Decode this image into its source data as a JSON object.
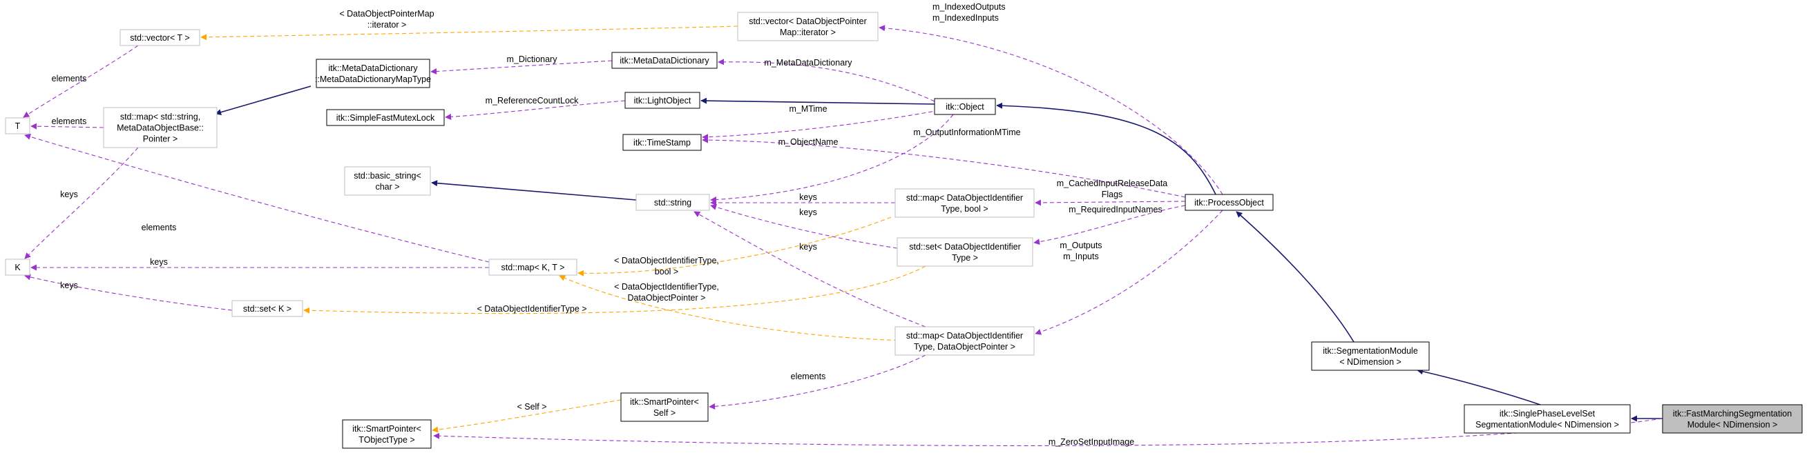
{
  "colors": {
    "inherit": "#191970",
    "usage": "#9a32cd",
    "template": "#ffa500",
    "doc_border": "#000000",
    "ext_border": "#bfbfbf",
    "focus_fill": "#bfbfbf"
  },
  "nodes": {
    "fast_marching": [
      "itk::FastMarchingSegmentation",
      "Module< NDimension >"
    ],
    "single_phase": [
      "itk::SinglePhaseLevelSet",
      "SegmentationModule< NDimension >"
    ],
    "segmentation_module": [
      "itk::SegmentationModule",
      "< NDimension >"
    ],
    "process_object": [
      "itk::ProcessObject"
    ],
    "object": [
      "itk::Object"
    ],
    "light_object": [
      "itk::LightObject"
    ],
    "meta_data_dictionary": [
      "itk::MetaDataDictionary"
    ],
    "meta_data_dict_map_type": [
      "itk::MetaDataDictionary",
      "::MetaDataDictionaryMapType"
    ],
    "simple_fast_mutex_lock": [
      "itk::SimpleFastMutexLock"
    ],
    "time_stamp": [
      "itk::TimeStamp"
    ],
    "smart_pointer_tobject": [
      "itk::SmartPointer<",
      "TObjectType >"
    ],
    "smart_pointer_self": [
      "itk::SmartPointer<",
      "Self >"
    ],
    "std_vector_t": [
      "std::vector< T >"
    ],
    "std_vector_dop_iter": [
      "std::vector< DataObjectPointer",
      "Map::iterator >"
    ],
    "t": [
      "T"
    ],
    "k": [
      "K"
    ],
    "std_map_string_metadata": [
      "std::map< std::string,",
      "MetaDataObjectBase::",
      "Pointer >"
    ],
    "std_basic_string": [
      "std::basic_string<",
      "char >"
    ],
    "std_string": [
      "std::string"
    ],
    "std_map_kt": [
      "std::map< K, T >"
    ],
    "std_set_k": [
      "std::set< K >"
    ],
    "std_map_doi_bool": [
      "std::map< DataObjectIdentifier",
      "Type, bool >"
    ],
    "std_set_doi": [
      "std::set< DataObjectIdentifier",
      "Type >"
    ],
    "std_map_doi_dop": [
      "std::map< DataObjectIdentifier",
      "Type, DataObjectPointer >"
    ]
  },
  "edge_labels": {
    "dop_map_iterator": [
      "< DataObjectPointerMap",
      "::iterator >"
    ],
    "indexed": [
      "m_IndexedOutputs",
      "m_IndexedInputs"
    ],
    "elements_vec": [
      "elements"
    ],
    "m_dictionary": [
      "m_Dictionary"
    ],
    "m_meta_data_dictionary": [
      "m_MetaDataDictionary"
    ],
    "elements_map": [
      "elements"
    ],
    "m_reference_count_lock": [
      "m_ReferenceCountLock"
    ],
    "m_mtime": [
      "m_MTime"
    ],
    "m_object_name": [
      "m_ObjectName"
    ],
    "m_output_information_mtime": [
      "m_OutputInformationMTime"
    ],
    "keys_t": [
      "keys"
    ],
    "m_cached": [
      "m_CachedInputReleaseData",
      "Flags"
    ],
    "keys_string1": [
      "keys"
    ],
    "keys_string2": [
      "keys"
    ],
    "m_required_input_names": [
      "m_RequiredInputNames"
    ],
    "elements_t": [
      "elements"
    ],
    "keys_string3": [
      "keys"
    ],
    "keys_k1": [
      "keys"
    ],
    "doi_bool": [
      "< DataObjectIdentifierType,",
      "bool >"
    ],
    "m_outputs_inputs": [
      "m_Outputs",
      "m_Inputs"
    ],
    "doi_dop": [
      "< DataObjectIdentifierType,",
      "DataObjectPointer >"
    ],
    "keys_k2": [
      "keys"
    ],
    "doi_type": [
      "< DataObjectIdentifierType >"
    ],
    "elements_sp": [
      "elements"
    ],
    "self": [
      "< Self >"
    ],
    "m_zero_set": [
      "m_ZeroSetInputImage"
    ]
  }
}
